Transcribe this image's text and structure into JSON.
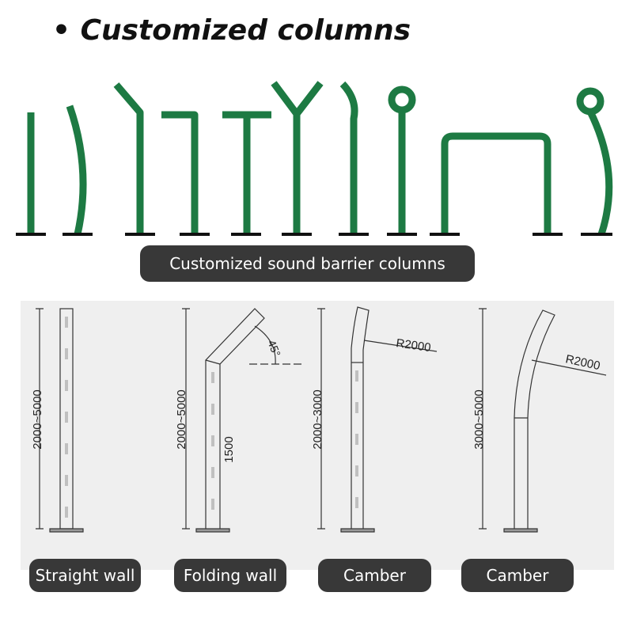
{
  "heading": {
    "bullet": "•",
    "text": "Customized columns"
  },
  "banner": {
    "label": "Customized sound barrier columns"
  },
  "drawings": [
    {
      "name": "Straight wall",
      "height_label": "2000~5000"
    },
    {
      "name": "Folding wall",
      "height_label": "2000~5000",
      "inner_label": "1500",
      "angle_label": "45°"
    },
    {
      "name": "Camber",
      "height_label": "2000~3000",
      "radius_label": "R2000"
    },
    {
      "name": "Camber",
      "height_label": "3000~5000",
      "radius_label": "R2000"
    }
  ],
  "colors": {
    "column_green": "#1d7a43",
    "pill_bg": "#383838",
    "panel_bg": "#efefef"
  }
}
